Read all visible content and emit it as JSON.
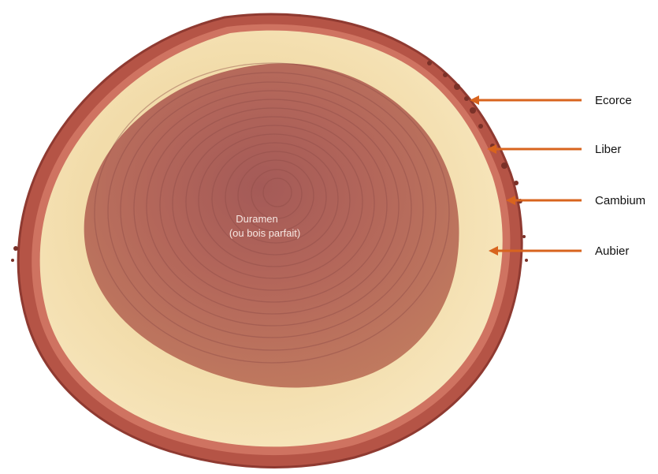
{
  "diagram": {
    "center_label": {
      "line1": "Duramen",
      "line2": "(ou bois parfait)"
    },
    "labels": {
      "ecorce": "Ecorce",
      "liber": "Liber",
      "cambium": "Cambium",
      "aubier": "Aubier"
    },
    "colors": {
      "background": "#ffffff",
      "bark": "#b8584c",
      "bark_dark": "#8f3a31",
      "sapwood": "#f3dfae",
      "heartwood": "#b96a58",
      "heartwood_center": "#9c4f4a",
      "ring_line": "#8e4c47",
      "arrow": "#d8641e",
      "label_text": "#111111",
      "center_text": "#f6e7e2"
    }
  }
}
